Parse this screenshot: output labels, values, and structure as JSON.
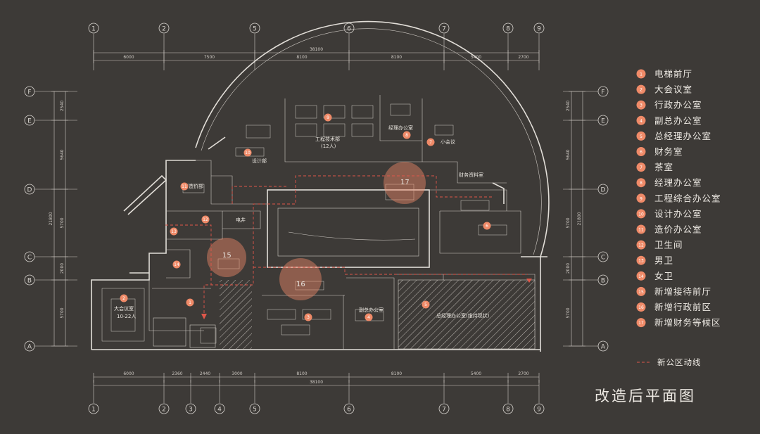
{
  "grid_columns": [
    "1",
    "2",
    "3",
    "4",
    "5",
    "6",
    "7",
    "8",
    "9"
  ],
  "grid_rows": [
    "F",
    "E",
    "D",
    "C",
    "B",
    "A"
  ],
  "top_dimensions": {
    "total": "38100",
    "segments": [
      "6000",
      "7500",
      "8100",
      "8100",
      "5400",
      "2700"
    ]
  },
  "bottom_dimensions": {
    "total": "38100",
    "segments": [
      "6000",
      "2360",
      "2440",
      "3000",
      "8100",
      "8100",
      "5400",
      "2700"
    ]
  },
  "left_dimensions": {
    "total": "21800",
    "segments": [
      "2540",
      "5640",
      "5700",
      "2000",
      "5700"
    ]
  },
  "right_dimensions": {
    "total": "21800",
    "segments": [
      "2540",
      "5640",
      "5700",
      "2000",
      "5700"
    ]
  },
  "room_labels": {
    "big_meeting": "大会议室",
    "big_meeting_cap": "10-22人",
    "engineering": "工程技术部",
    "engineering_cap": "(12人)",
    "manager_office": "经理办公室",
    "finance_files": "财务资料室",
    "design": "设计部",
    "costing": "造价部",
    "electric": "电井",
    "deputy": "副总办公室",
    "tea_meeting": "小会议",
    "gm_office": "总经理办公室(维持现状)"
  },
  "bubbles": [
    "15",
    "16",
    "17"
  ],
  "legend": [
    {
      "num": "1",
      "label": "电梯前厅"
    },
    {
      "num": "2",
      "label": "大会议室"
    },
    {
      "num": "3",
      "label": "行政办公室"
    },
    {
      "num": "4",
      "label": "副总办公室"
    },
    {
      "num": "5",
      "label": "总经理办公室"
    },
    {
      "num": "6",
      "label": "财务室"
    },
    {
      "num": "7",
      "label": "茶室"
    },
    {
      "num": "8",
      "label": "经理办公室"
    },
    {
      "num": "9",
      "label": "工程综合办公室"
    },
    {
      "num": "10",
      "label": "设计办公室"
    },
    {
      "num": "11",
      "label": "造价办公室"
    },
    {
      "num": "12",
      "label": "卫生间"
    },
    {
      "num": "13",
      "label": "男卫"
    },
    {
      "num": "14",
      "label": "女卫"
    },
    {
      "num": "15",
      "label": "新增接待前厅"
    },
    {
      "num": "16",
      "label": "新增行政前区"
    },
    {
      "num": "17",
      "label": "新增财务等候区"
    }
  ],
  "route_legend": "新公区动线",
  "title": "改造后平面图",
  "colors": {
    "background": "#3d3a37",
    "marker": "#ef8a68",
    "route": "#e0574a",
    "line": "#e2ded8"
  }
}
